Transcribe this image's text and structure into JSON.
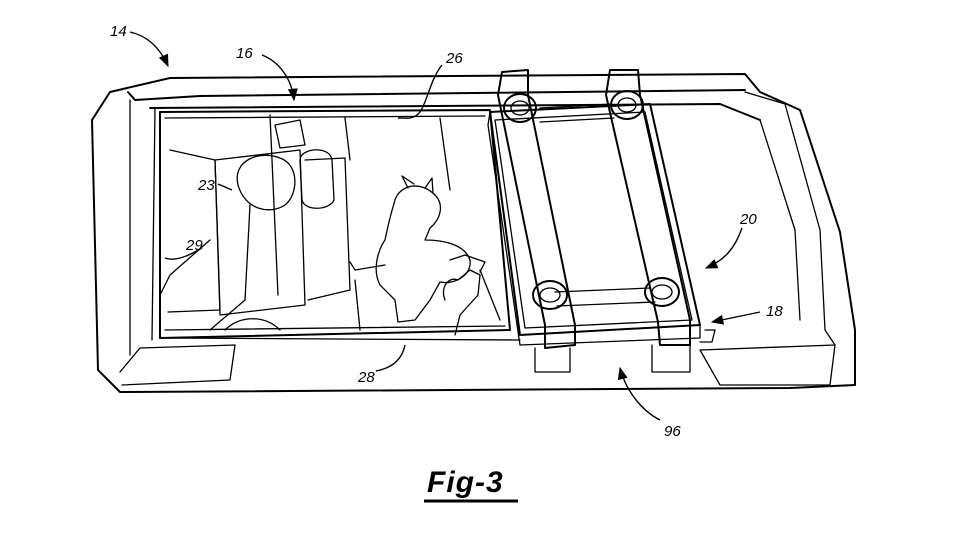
{
  "figure": {
    "caption": "Fig-3",
    "reference_labels": {
      "ref_14": "14",
      "ref_16": "16",
      "ref_26": "26",
      "ref_23": "23",
      "ref_29": "29",
      "ref_20": "20",
      "ref_18": "18",
      "ref_28": "28",
      "ref_96": "96"
    }
  }
}
